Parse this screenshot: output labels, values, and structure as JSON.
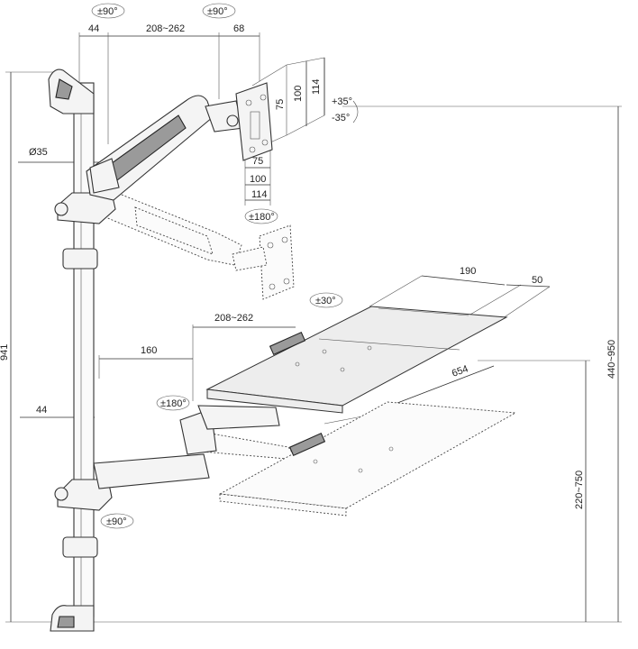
{
  "labels": {
    "rot_top_arm": "±90°",
    "rot_top_head": "±90°",
    "dim_top_44": "44",
    "dim_top_reach": "208~262",
    "dim_top_68": "68",
    "dim_diam": "Ø35",
    "vesa_100_v": "100",
    "vesa_75_v": "75",
    "vesa_114_v": "114",
    "vesa_75_h": "75",
    "vesa_100_h": "100",
    "vesa_114_h": "114",
    "tilt_up": "+35°",
    "tilt_down": "-35°",
    "rot_vesa": "±180°",
    "dim_total": "941",
    "dim_190": "190",
    "dim_50": "50",
    "rot_tray": "±30°",
    "dim_kb_reach": "208~262",
    "dim_160": "160",
    "dim_654": "654",
    "dim_height_top": "440~950",
    "rot_kb_180": "±180°",
    "dim_bottom_44": "44",
    "dim_height_kb": "220~750",
    "rot_bottom_arm": "±90°"
  }
}
